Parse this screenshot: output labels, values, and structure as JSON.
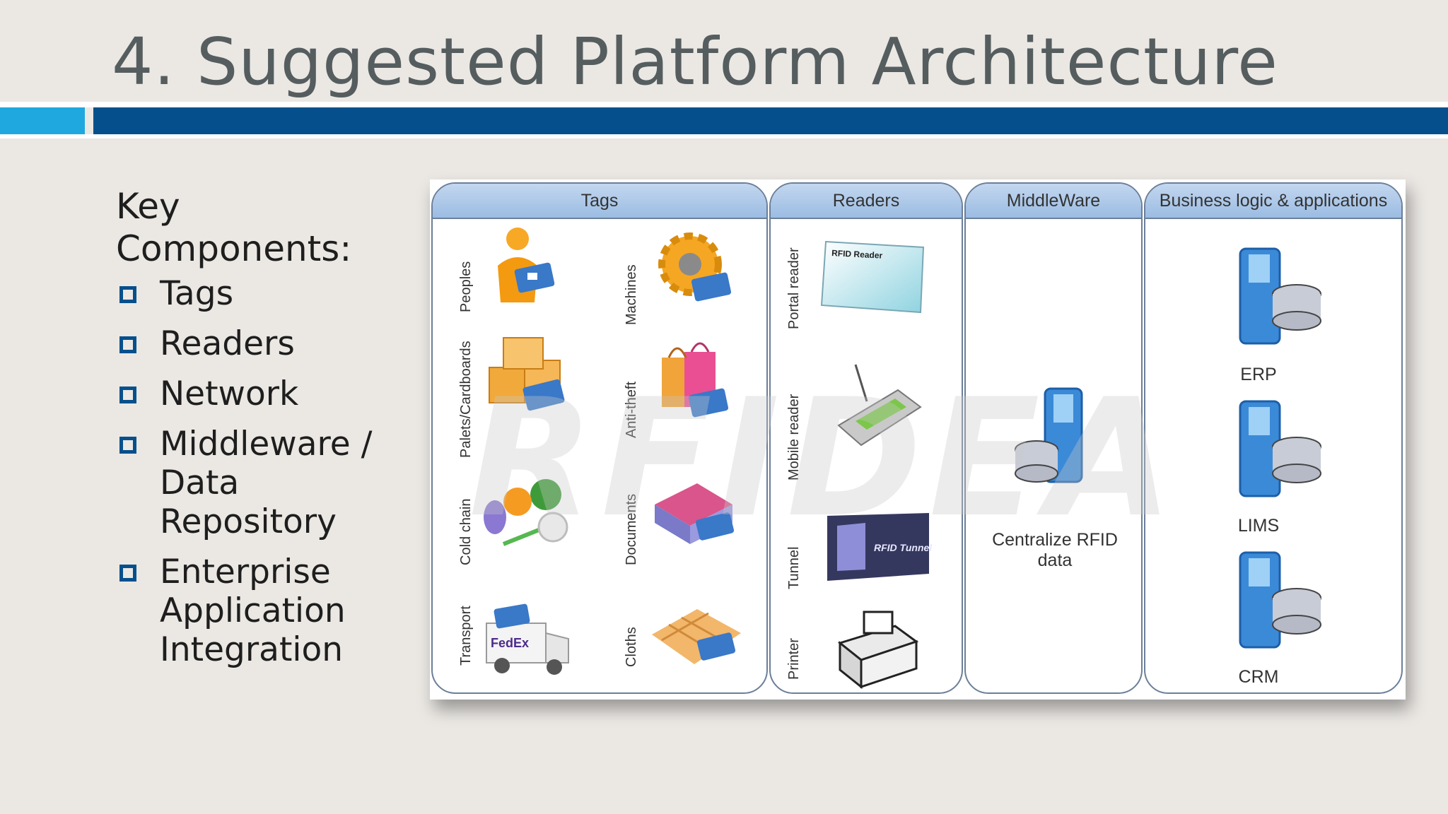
{
  "title": "4. Suggested Platform Architecture",
  "left": {
    "heading_line1": "Key",
    "heading_line2": "Components:",
    "bullets": [
      {
        "lines": [
          "Tags"
        ]
      },
      {
        "lines": [
          "Readers"
        ]
      },
      {
        "lines": [
          "Network"
        ]
      },
      {
        "lines": [
          "Middleware /",
          "Data",
          "Repository"
        ]
      },
      {
        "lines": [
          "Enterprise",
          "Application",
          "Integration"
        ]
      }
    ]
  },
  "diagram": {
    "watermark": "RFIDEA",
    "columns": {
      "tags": "Tags",
      "readers": "Readers",
      "middleware": "MiddleWare",
      "business": "Business logic & applications"
    },
    "tag_labels": {
      "peoples": "Peoples",
      "machines": "Machines",
      "palets": "Palets/Cardboards",
      "antitheft": "Anti-theft",
      "coldchain": "Cold chain",
      "documents": "Documents",
      "transport": "Transport",
      "cloths": "Cloths"
    },
    "reader_labels": {
      "portal": "Portal reader",
      "mobile": "Mobile reader",
      "tunnel": "Tunnel",
      "printer": "Printer"
    },
    "reader_texts": {
      "portal_sign": "RFID Reader",
      "tunnel_sign": "RFID Tunnel",
      "fedex": "FedEx"
    },
    "middleware_label_line1": "Centralize RFID",
    "middleware_label_line2": "data",
    "apps": [
      "ERP",
      "LIMS",
      "CRM"
    ]
  }
}
